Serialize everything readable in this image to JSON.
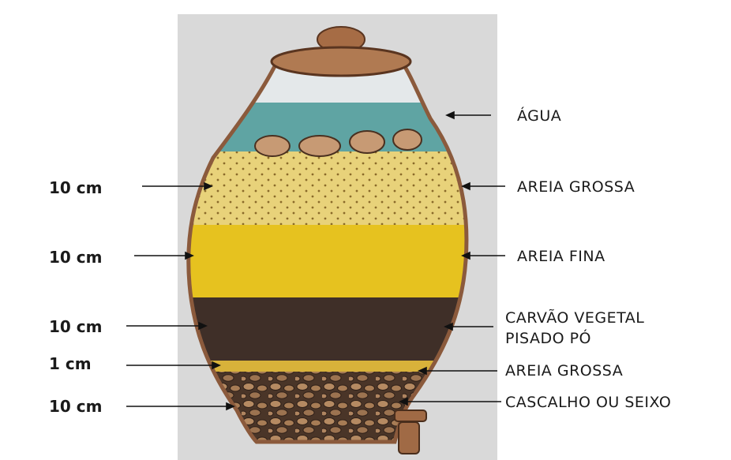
{
  "labels": {
    "agua": "ÁGUA",
    "areia_grossa_top": "AREIA GROSSA",
    "areia_fina": "AREIA FINA",
    "carvao_line1": "CARVÃO VEGETAL",
    "carvao_line2": "PISADO  PÓ",
    "areia_grossa_bottom": "AREIA GROSSA",
    "cascalho": "CASCALHO OU SEIXO"
  },
  "measurements": {
    "m1": "10 cm",
    "m2": "10 cm",
    "m3": "10 cm",
    "m4": "1  cm",
    "m5": "10 cm"
  },
  "colors": {
    "background": "#ffffff",
    "panel": "#d9d9d9",
    "water": "#5fa4a3",
    "coarse_sand": "#e8d27a",
    "fine_sand": "#e6c21f",
    "charcoal": "#3f2f28",
    "thin_sand": "#d8b23a",
    "gravel": "#4a3528",
    "vessel": "#8b5a3c"
  }
}
